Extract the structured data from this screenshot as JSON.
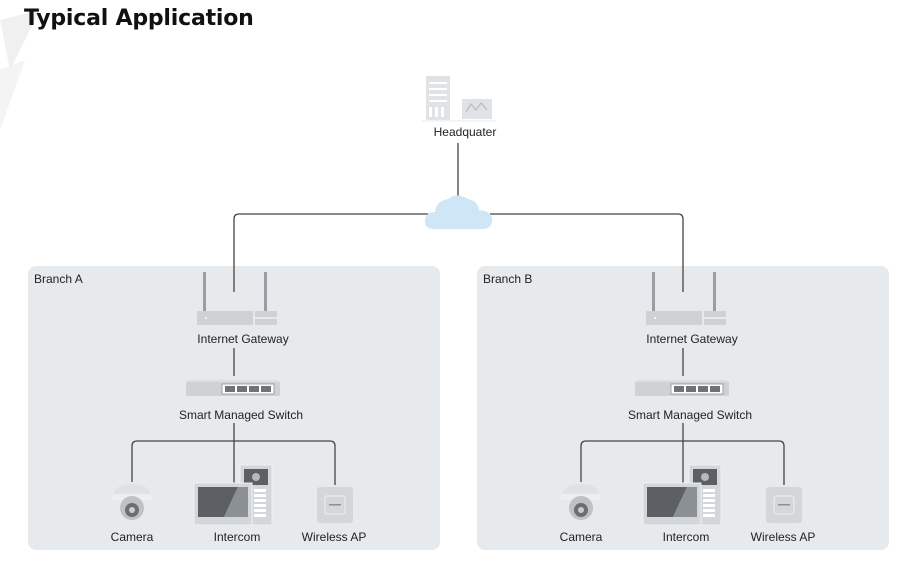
{
  "title": "Typical Application",
  "headquarter": {
    "label": "Headquater",
    "icon": "building-icon"
  },
  "cloud": {
    "icon": "cloud-icon"
  },
  "branches": [
    {
      "label": "Branch A",
      "gateway": "Internet Gateway",
      "switch": "Smart Managed Switch",
      "devices": [
        "Camera",
        "Intercom",
        "Wireless AP"
      ]
    },
    {
      "label": "Branch B",
      "gateway": "Internet Gateway",
      "switch": "Smart Managed Switch",
      "devices": [
        "Camera",
        "Intercom",
        "Wireless AP"
      ]
    }
  ],
  "colors": {
    "panel": "#e7eaed",
    "line": "#444444",
    "cloud": "#cfe6f7",
    "device": "#cfd2d5"
  }
}
